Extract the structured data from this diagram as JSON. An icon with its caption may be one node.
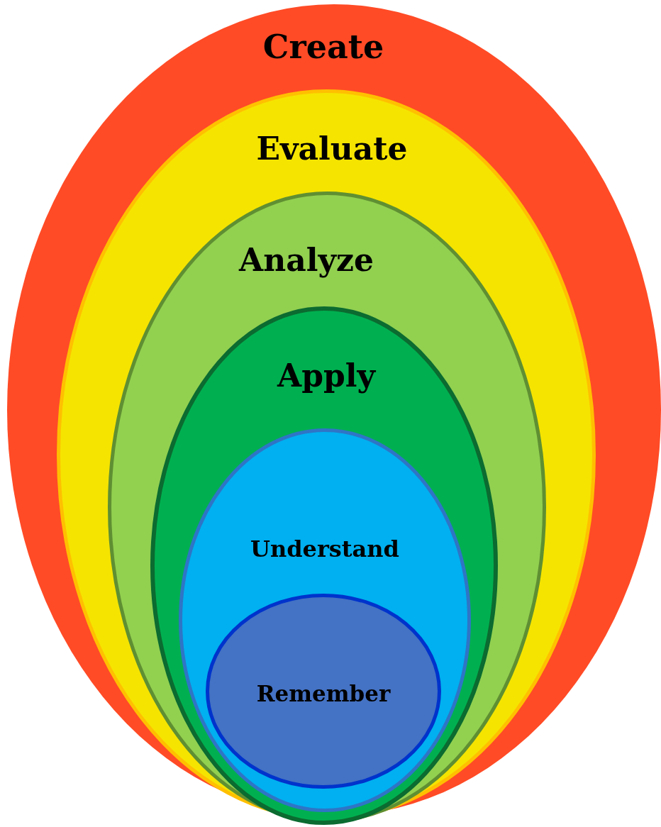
{
  "diagram": {
    "nodes": [
      {
        "text": [
          "Create"
        ]
      },
      {
        "text": [
          "Evaluate"
        ],
        "in": 0
      },
      {
        "text": [
          "Analyze"
        ],
        "in": 1
      },
      {
        "text": [
          "Apply"
        ],
        "in": 2
      },
      {
        "text": [
          "Understand"
        ],
        "in": 3
      },
      {
        "text": [
          "Remember"
        ],
        "in": 4
      }
    ]
  }
}
